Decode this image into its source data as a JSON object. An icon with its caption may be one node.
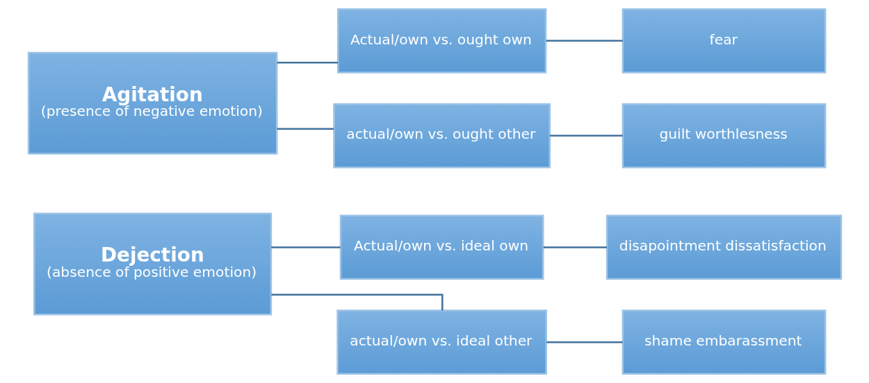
{
  "diagram": {
    "nodes": [
      {
        "text": [
          "Dejection",
          "(absence of positive emotion)"
        ]
      },
      {
        "text": [
          "Actual/own vs. ideal own"
        ]
      },
      {
        "text": [
          "disapointment dissatisfaction"
        ]
      },
      {
        "text": [
          "actual/own vs. ideal other"
        ]
      },
      {
        "text": [
          "shame embarassment"
        ]
      },
      {
        "text": [
          "Agitation",
          "(presence of negative emotion)"
        ]
      },
      {
        "text": [
          "Actual/own vs. ought own"
        ]
      },
      {
        "text": [
          "fear"
        ]
      },
      {
        "text": [
          "actual/own vs. ought other"
        ]
      },
      {
        "text": [
          "guilt worthlesness"
        ]
      }
    ],
    "edges": [
      {
        "from": 0,
        "to": 1,
        "arrow": "none"
      },
      {
        "from": 0,
        "to": 3,
        "arrow": "none"
      },
      {
        "from": 1,
        "to": 2,
        "arrow": "none"
      },
      {
        "from": 3,
        "to": 4,
        "arrow": "none"
      },
      {
        "from": 5,
        "to": 6,
        "arrow": "none"
      },
      {
        "from": 5,
        "to": 8,
        "arrow": "none"
      },
      {
        "from": 6,
        "to": 7,
        "arrow": "none"
      },
      {
        "from": 8,
        "to": 9,
        "arrow": "none"
      }
    ]
  }
}
